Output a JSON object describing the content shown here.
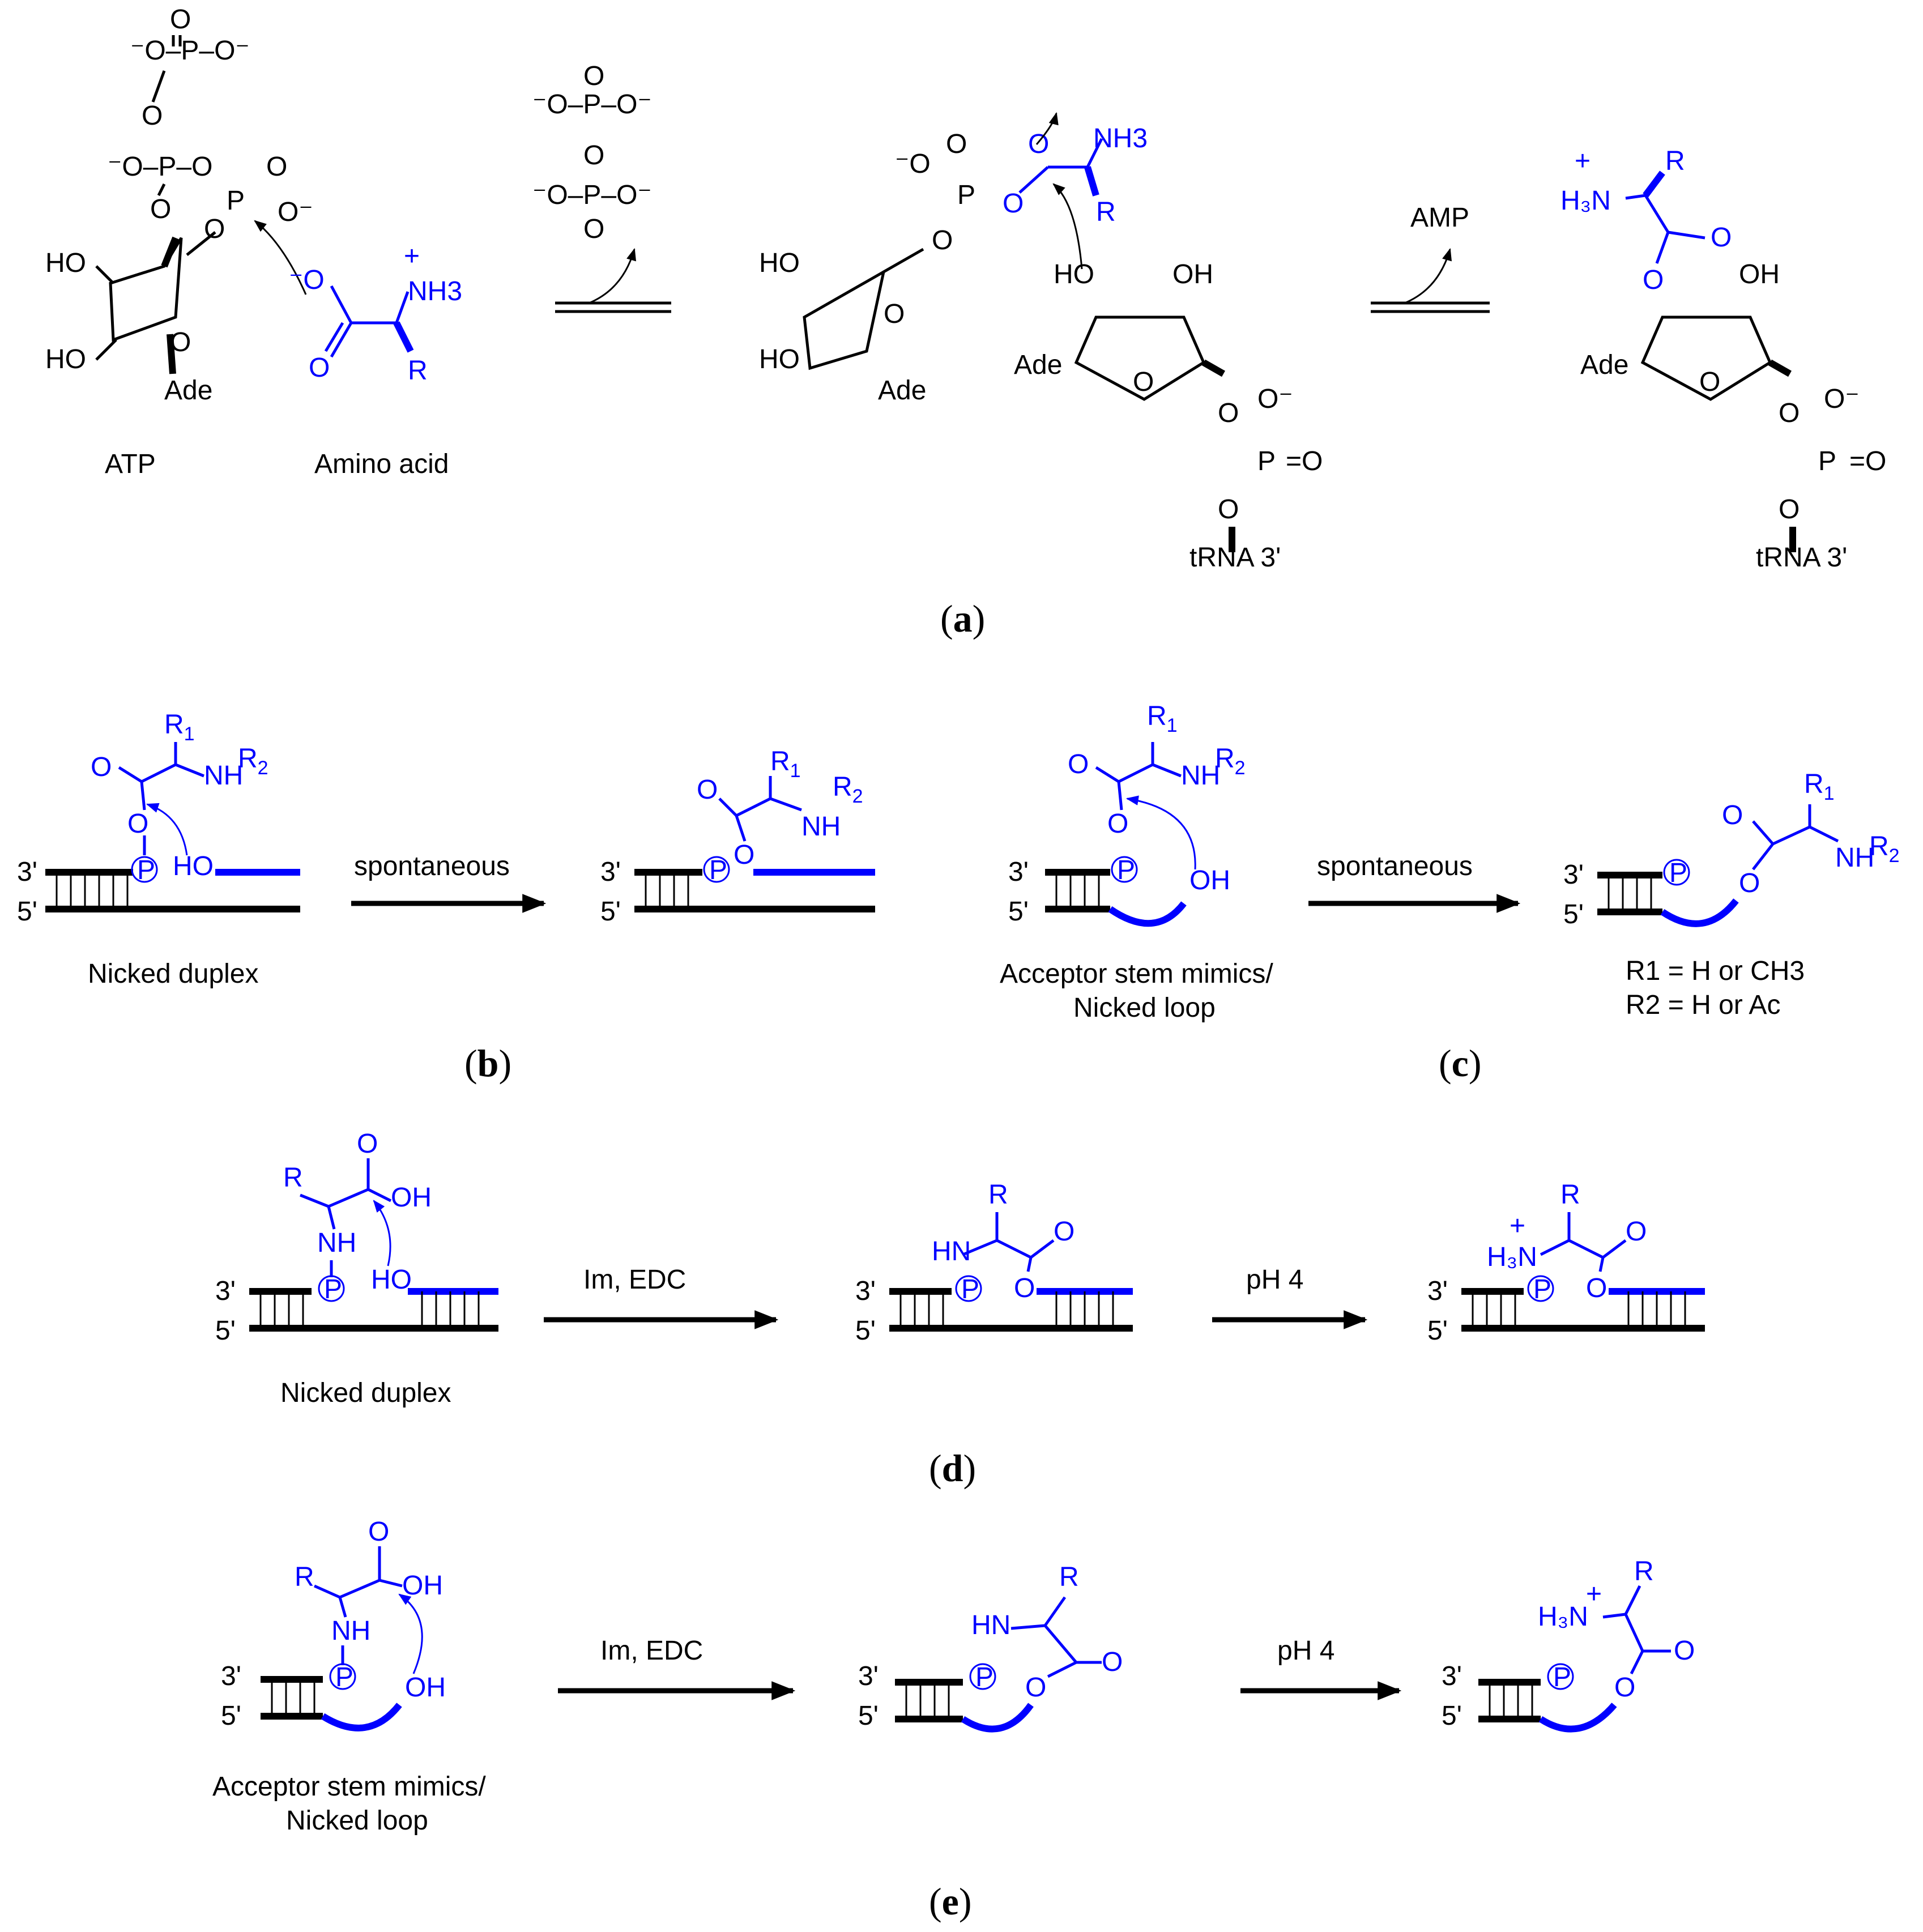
{
  "panel_a": {
    "atp_label": "ATP",
    "amino_acid_label": "Amino acid",
    "amp_label": "AMP",
    "ade": "Ade",
    "ho": "HO",
    "oh": "OH",
    "trna_label": "tRNA 3'",
    "nh3": "NH3",
    "r": "R",
    "caption_letter": "a"
  },
  "panel_b": {
    "arrow_label": "spontaneous",
    "substrate_label": "Nicked duplex",
    "caption_letter": "b"
  },
  "panel_c": {
    "arrow_label": "spontaneous",
    "substrate_label_1": "Acceptor stem mimics/",
    "substrate_label_2": "Nicked loop",
    "legend_r1": "R1 = H or CH3",
    "legend_r2": "R2 = H or Ac",
    "caption_letter": "c"
  },
  "panel_d": {
    "arrow1_label": "Im, EDC",
    "arrow2_label": "pH 4",
    "substrate_label": "Nicked duplex",
    "caption_letter": "d"
  },
  "panel_e": {
    "arrow1_label": "Im, EDC",
    "arrow2_label": "pH 4",
    "substrate_label_1": "Acceptor stem mimics/",
    "substrate_label_2": "Nicked loop",
    "caption_letter": "e"
  },
  "strand_labels": {
    "three_prime": "3'",
    "five_prime": "5'"
  },
  "colors": {
    "reactant_blue": "#0000ff",
    "structure_black": "#000000"
  }
}
